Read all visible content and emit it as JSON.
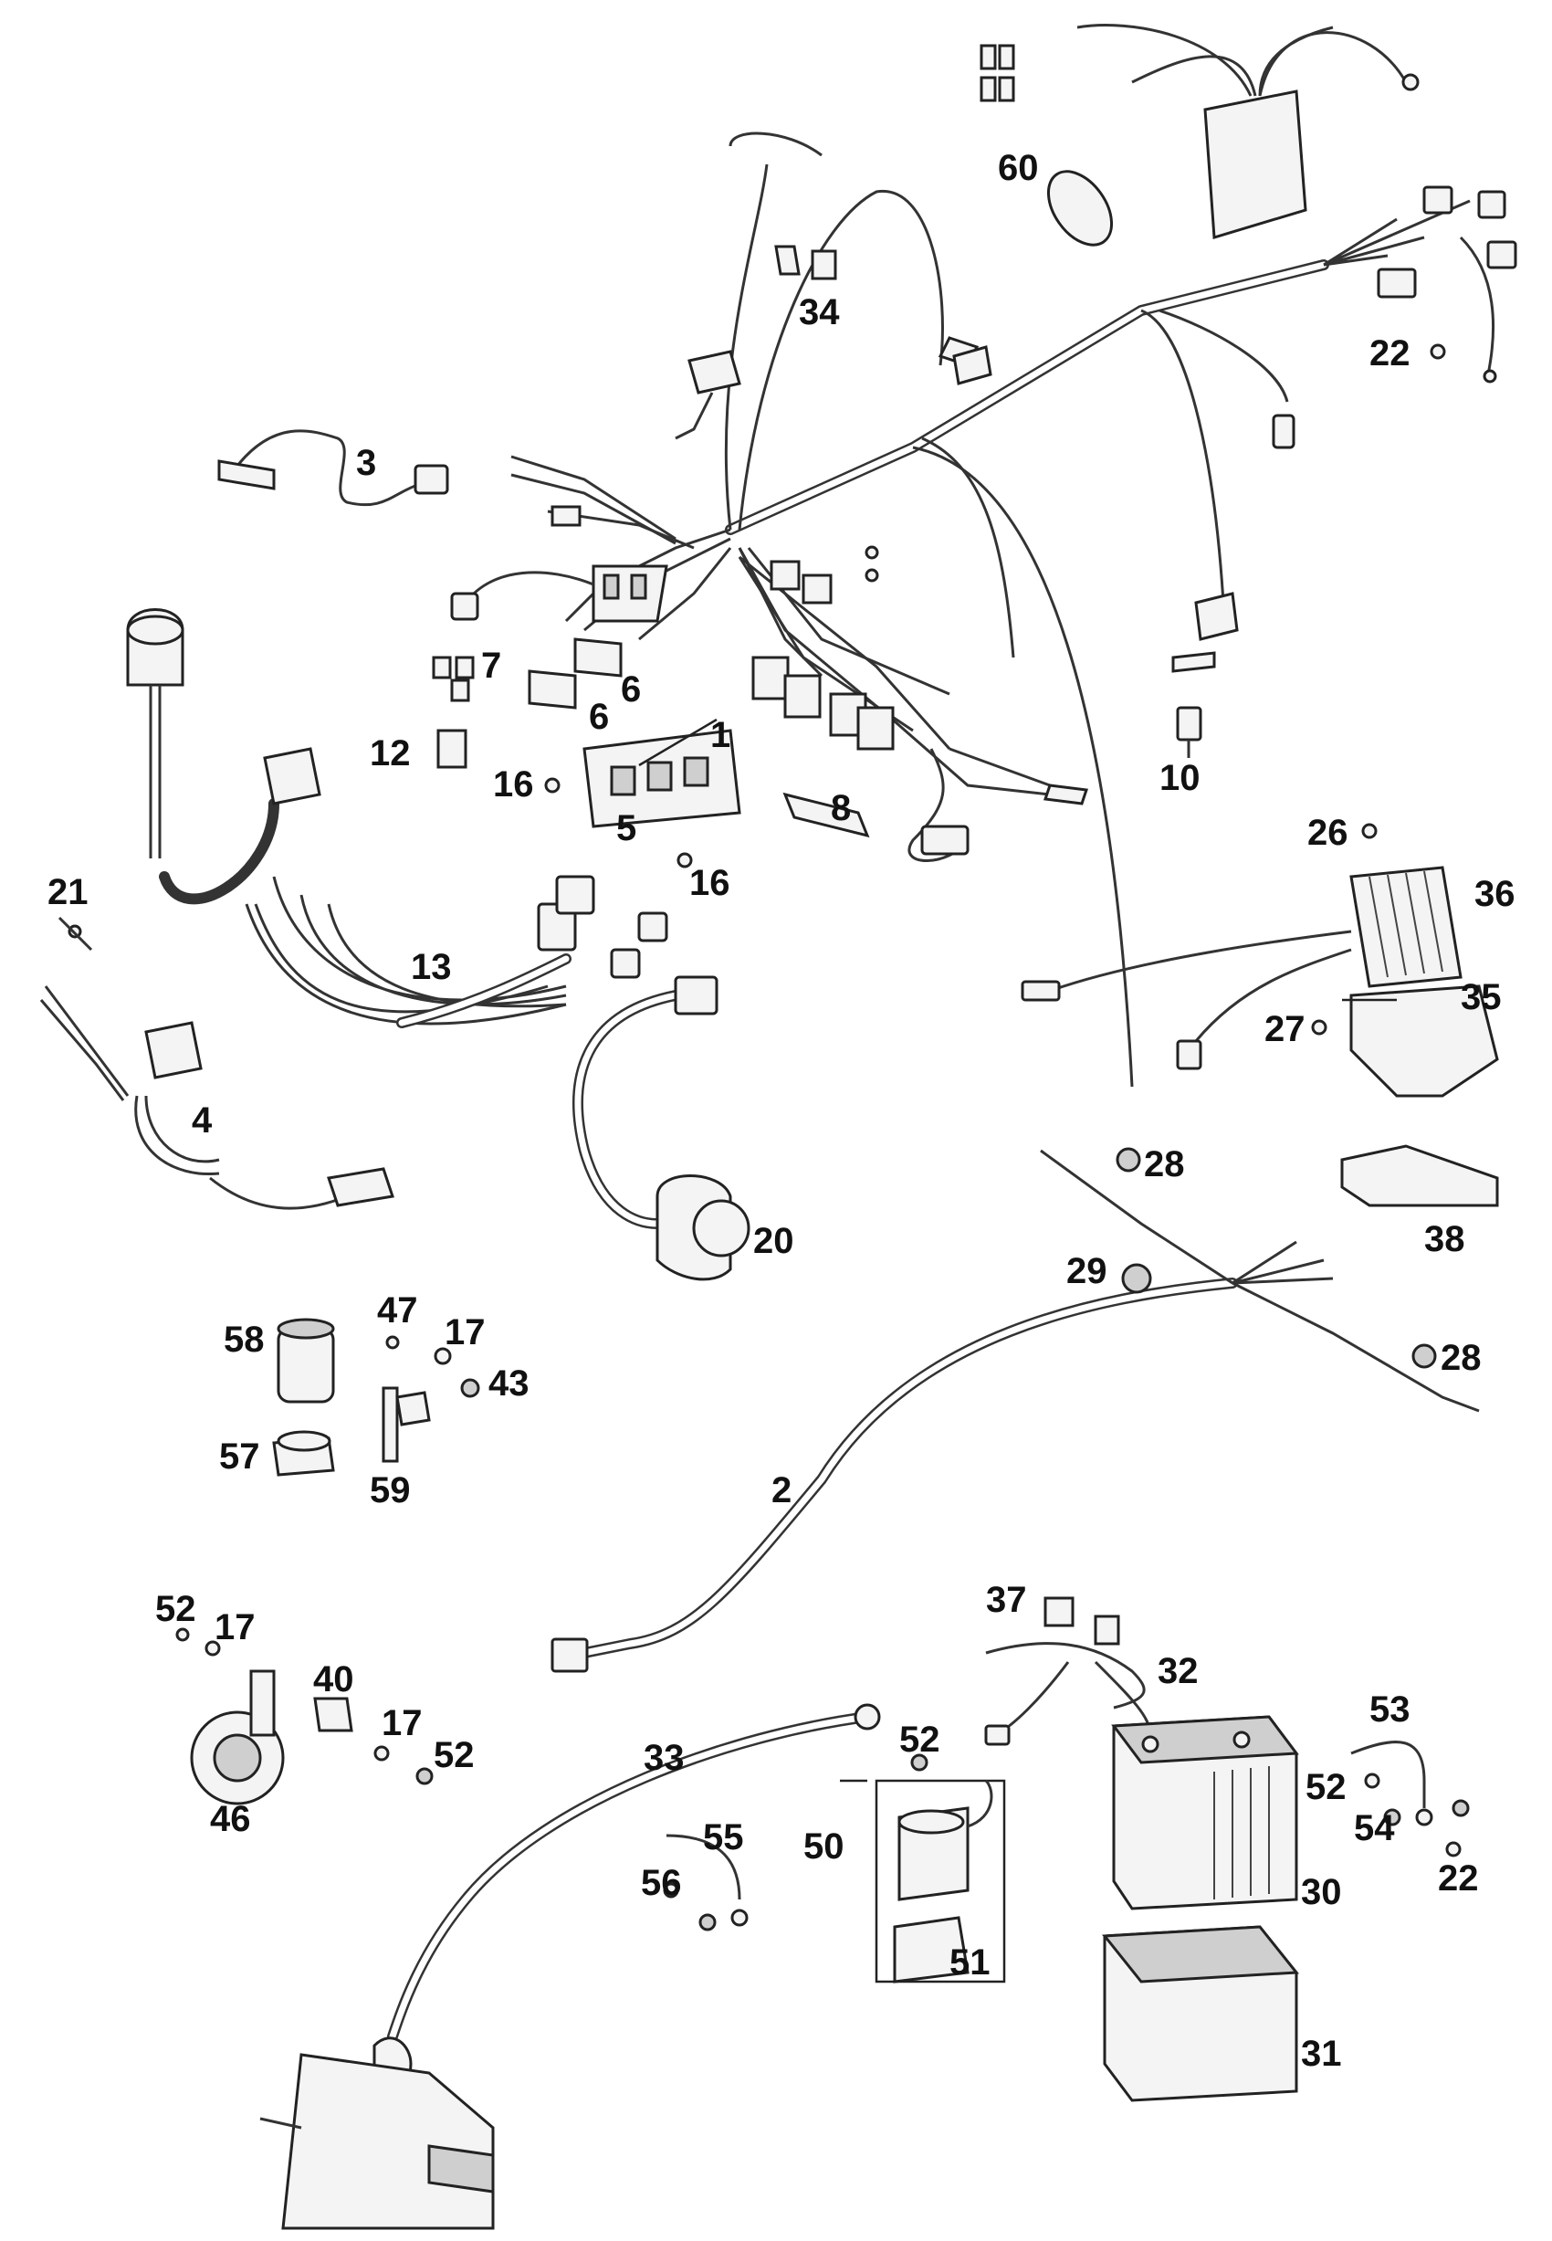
{
  "callouts": {
    "c1": "1",
    "c2": "2",
    "c3": "3",
    "c4": "4",
    "c5": "5",
    "c6a": "6",
    "c6b": "6",
    "c7": "7",
    "c8": "8",
    "c10": "10",
    "c12": "12",
    "c13": "13",
    "c16a": "16",
    "c16b": "16",
    "c17a": "17",
    "c17b": "17",
    "c17c": "17",
    "c20": "20",
    "c21": "21",
    "c22a": "22",
    "c22b": "22",
    "c26": "26",
    "c27": "27",
    "c28a": "28",
    "c28b": "28",
    "c29": "29",
    "c30": "30",
    "c31": "31",
    "c32": "32",
    "c33": "33",
    "c34": "34",
    "c35": "35",
    "c36": "36",
    "c37": "37",
    "c38": "38",
    "c40": "40",
    "c43": "43",
    "c46": "46",
    "c47": "47",
    "c50": "50",
    "c51": "51",
    "c52a": "52",
    "c52b": "52",
    "c52c": "52",
    "c52d": "52",
    "c53": "53",
    "c54": "54",
    "c55": "55",
    "c56": "56",
    "c57": "57",
    "c58": "58",
    "c59": "59",
    "c60": "60"
  },
  "colors": {
    "line": "#222222",
    "fill": "#f4f4f4",
    "shade": "#cfcfcf",
    "background": "#ffffff"
  }
}
